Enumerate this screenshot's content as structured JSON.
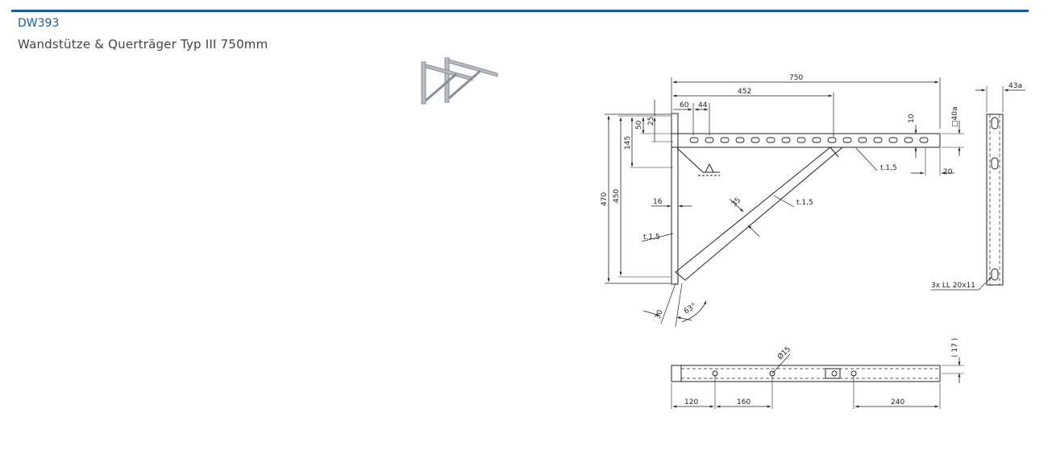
{
  "product": {
    "code": "DW393",
    "title": "Wandstütze & Querträger Typ III 750mm"
  },
  "colors": {
    "accent": "#1b5a9a",
    "title": "#444444",
    "line": "#222222"
  },
  "drawing": {
    "side_view": {
      "dim_750": "750",
      "dim_452": "452",
      "dim_60": "60",
      "dim_44": "44",
      "dim_25": "25",
      "dim_50": "50",
      "dim_145": "145",
      "dim_470": "470",
      "dim_450": "450",
      "dim_16": "16",
      "dim_10": "10",
      "dim_40a": "□40a",
      "dim_20": "20",
      "thk_top": "t.1,5",
      "thk_brace": "t.1,5",
      "thk_post": "t.1,5",
      "brace_width": "35",
      "dim_30": "30",
      "angle_63": "63°"
    },
    "end_view": {
      "dim_43a": "43a",
      "slots_note": "3x LL 20x11"
    },
    "bottom_view": {
      "dia_15": "Ø15",
      "dim_17": "( 17 )",
      "dim_120": "120",
      "dim_160": "160",
      "dim_240": "240"
    }
  }
}
